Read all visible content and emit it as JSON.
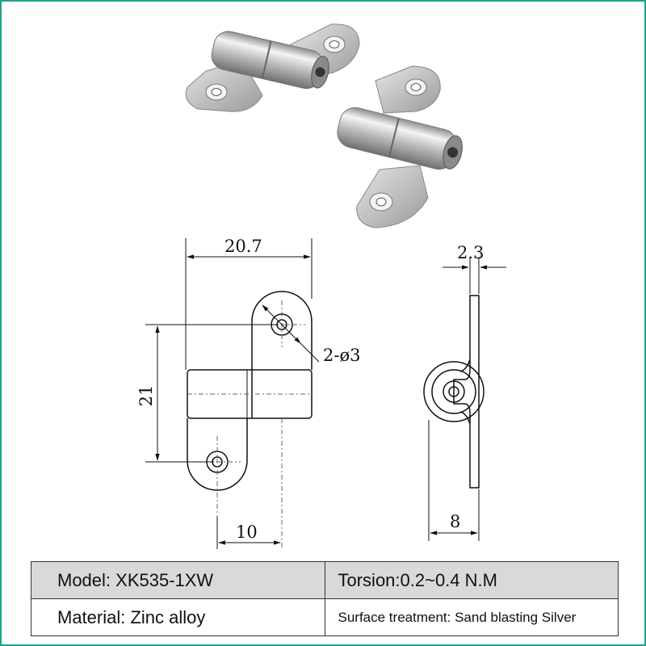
{
  "dimensions": {
    "width_top": "20.7",
    "height_left": "21",
    "hole_callout": "2-ø3",
    "offset_bottom": "10",
    "thickness_top": "2.3",
    "width_side": "8"
  },
  "specs": {
    "model": "Model: XK535-1XW",
    "torsion": "Torsion:0.2~0.4 N.M",
    "material": "Material: Zinc alloy",
    "surface": "Surface treatment: Sand blasting Silver"
  },
  "colors": {
    "frame": "#1aa58a",
    "table_header_bg": "#d9d9d9",
    "metal": "#c9c9c9"
  }
}
